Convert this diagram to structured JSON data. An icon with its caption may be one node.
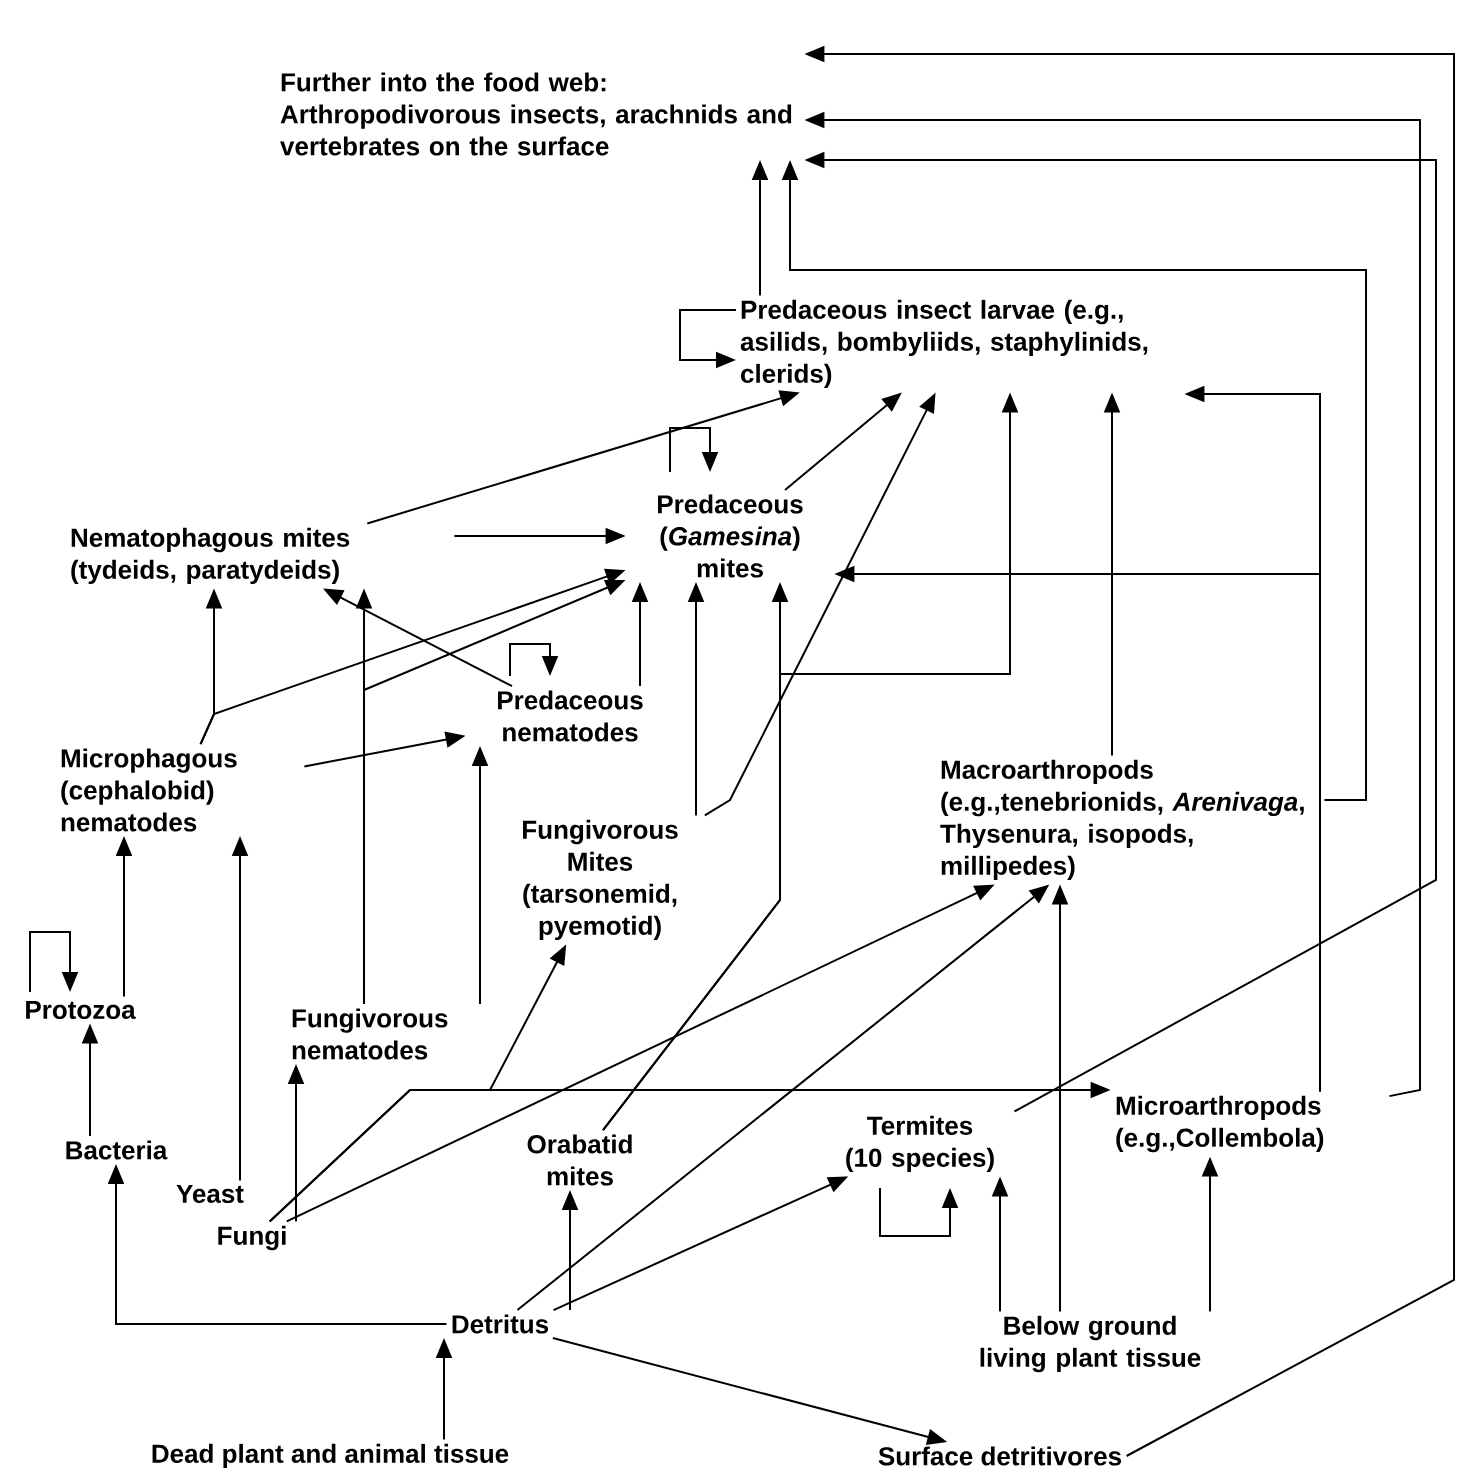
{
  "diagram": {
    "nodes": [
      {
        "text": [
          "Further into the food web: Arthropodivorous insects, arachnids and vertebrates on the surface"
        ]
      },
      {
        "text": [
          "Predaceous insect larvae (e.g., asilids, bombyliids, staphylinids, clerids)"
        ]
      },
      {
        "text": [
          "Nematophagous mites (tydeids, paratydeids)"
        ]
      },
      {
        "text": [
          "Predaceous (*Gamesina*) mites"
        ]
      },
      {
        "text": [
          "Predaceous nematodes"
        ]
      },
      {
        "text": [
          "Microphagous (cephalobid) nematodes"
        ]
      },
      {
        "text": [
          "Fungivorous Mites (tarsonemid, pyemotid)"
        ]
      },
      {
        "text": [
          "Macroarthropods (e.g.,tenebrionids, *Arenivaga*, Thysenura, isopods, millipedes)"
        ]
      },
      {
        "text": [
          "Protozoa"
        ]
      },
      {
        "text": [
          "Fungivorous nematodes"
        ]
      },
      {
        "text": [
          "Bacteria"
        ]
      },
      {
        "text": [
          "Yeast"
        ]
      },
      {
        "text": [
          "Fungi"
        ]
      },
      {
        "text": [
          "Orabatid mites"
        ]
      },
      {
        "text": [
          "Termites (10 species)"
        ]
      },
      {
        "text": [
          "Microarthropods (e.g.,Collembola)"
        ]
      },
      {
        "text": [
          "Detritus"
        ]
      },
      {
        "text": [
          "Below ground living plant tissue"
        ]
      },
      {
        "text": [
          "Dead plant and animal tissue"
        ]
      },
      {
        "text": [
          "Surface detritivores"
        ]
      }
    ],
    "edges": [
      {
        "from": 18,
        "to": 16,
        "arrow": "to"
      },
      {
        "from": 16,
        "to": 10,
        "arrow": "to"
      },
      {
        "from": 16,
        "to": 13,
        "arrow": "to"
      },
      {
        "from": 16,
        "to": 14,
        "arrow": "to"
      },
      {
        "from": 16,
        "to": 7,
        "arrow": "to"
      },
      {
        "from": 16,
        "to": 19,
        "arrow": "to"
      },
      {
        "from": 10,
        "to": 8,
        "arrow": "to"
      },
      {
        "from": 8,
        "to": 5,
        "arrow": "to"
      },
      {
        "from": 8,
        "to": 8,
        "arrow": "to"
      },
      {
        "from": 11,
        "to": 5,
        "arrow": "to"
      },
      {
        "from": 12,
        "to": 9,
        "arrow": "to"
      },
      {
        "from": 12,
        "to": 15,
        "arrow": "to"
      },
      {
        "from": 12,
        "to": 6,
        "arrow": "to"
      },
      {
        "from": 12,
        "to": 7,
        "arrow": "to"
      },
      {
        "from": 9,
        "to": 2,
        "arrow": "to"
      },
      {
        "from": 9,
        "to": 4,
        "arrow": "to"
      },
      {
        "from": 9,
        "to": 3,
        "arrow": "to"
      },
      {
        "from": 5,
        "to": 4,
        "arrow": "to"
      },
      {
        "from": 5,
        "to": 2,
        "arrow": "to"
      },
      {
        "from": 5,
        "to": 3,
        "arrow": "to"
      },
      {
        "from": 4,
        "to": 2,
        "arrow": "to"
      },
      {
        "from": 4,
        "to": 4,
        "arrow": "to"
      },
      {
        "from": 4,
        "to": 3,
        "arrow": "to"
      },
      {
        "from": 2,
        "to": 3,
        "arrow": "to"
      },
      {
        "from": 2,
        "to": 1,
        "arrow": "to"
      },
      {
        "from": 3,
        "to": 3,
        "arrow": "to"
      },
      {
        "from": 3,
        "to": 1,
        "arrow": "to"
      },
      {
        "from": 6,
        "to": 3,
        "arrow": "to"
      },
      {
        "from": 6,
        "to": 1,
        "arrow": "to"
      },
      {
        "from": 13,
        "to": 3,
        "arrow": "to"
      },
      {
        "from": 13,
        "to": 1,
        "arrow": "to"
      },
      {
        "from": 7,
        "to": 1,
        "arrow": "to"
      },
      {
        "from": 7,
        "to": 0,
        "arrow": "to"
      },
      {
        "from": 1,
        "to": 0,
        "arrow": "to"
      },
      {
        "from": 15,
        "to": 1,
        "arrow": "to"
      },
      {
        "from": 15,
        "to": 3,
        "arrow": "to"
      },
      {
        "from": 15,
        "to": 0,
        "arrow": "to"
      },
      {
        "from": 14,
        "to": 0,
        "arrow": "to"
      },
      {
        "from": 19,
        "to": 0,
        "arrow": "to"
      },
      {
        "from": 17,
        "to": 14,
        "arrow": "to"
      },
      {
        "from": 17,
        "to": 7,
        "arrow": "to"
      },
      {
        "from": 17,
        "to": 15,
        "arrow": "to"
      },
      {
        "from": 14,
        "to": 14,
        "arrow": "to"
      },
      {
        "from": 1,
        "to": 1,
        "arrow": "to"
      }
    ]
  }
}
